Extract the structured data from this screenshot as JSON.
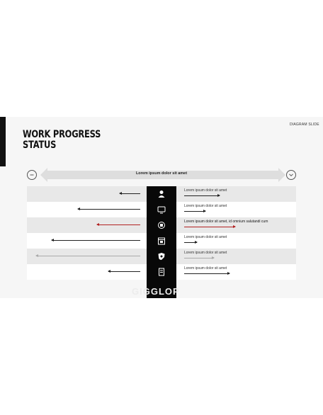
{
  "header": {
    "slide_label": "DIAGRAM SLIDE",
    "title": "WORK PROGRESS\nSTATUS"
  },
  "banner": {
    "text": "Lorem ipsum dolor sit amet",
    "left_button_icon": "minus-circle-icon",
    "right_button_icon": "chevron-down-circle-icon"
  },
  "rows": [
    {
      "text": "Lorem ipsum dolor sit amet",
      "icon": "worker-icon",
      "left_progress": 0.18,
      "right_progress": 0.5,
      "accent": "#222222"
    },
    {
      "text": "Lorem ipsum dolor sit amet",
      "icon": "monitor-icon",
      "left_progress": 0.55,
      "right_progress": 0.3,
      "accent": "#222222"
    },
    {
      "text": "Lorem ipsum dolor sit amet, id omnium  salutandi cum",
      "icon": "target-icon",
      "left_progress": 0.38,
      "right_progress": 0.72,
      "accent": "#b22222"
    },
    {
      "text": "Lorem ipsum dolor sit amet",
      "icon": "calendar-icon",
      "left_progress": 0.78,
      "right_progress": 0.18,
      "accent": "#222222"
    },
    {
      "text": "Lorem ipsum dolor sit amet",
      "icon": "shield-icon",
      "left_progress": 0.92,
      "right_progress": 0.42,
      "accent": "#aaaaaa"
    },
    {
      "text": "Lorem ipsum dolor sit amet",
      "icon": "document-icon",
      "left_progress": 0.28,
      "right_progress": 0.64,
      "accent": "#222222"
    }
  ],
  "watermark": "GIGGLOP"
}
